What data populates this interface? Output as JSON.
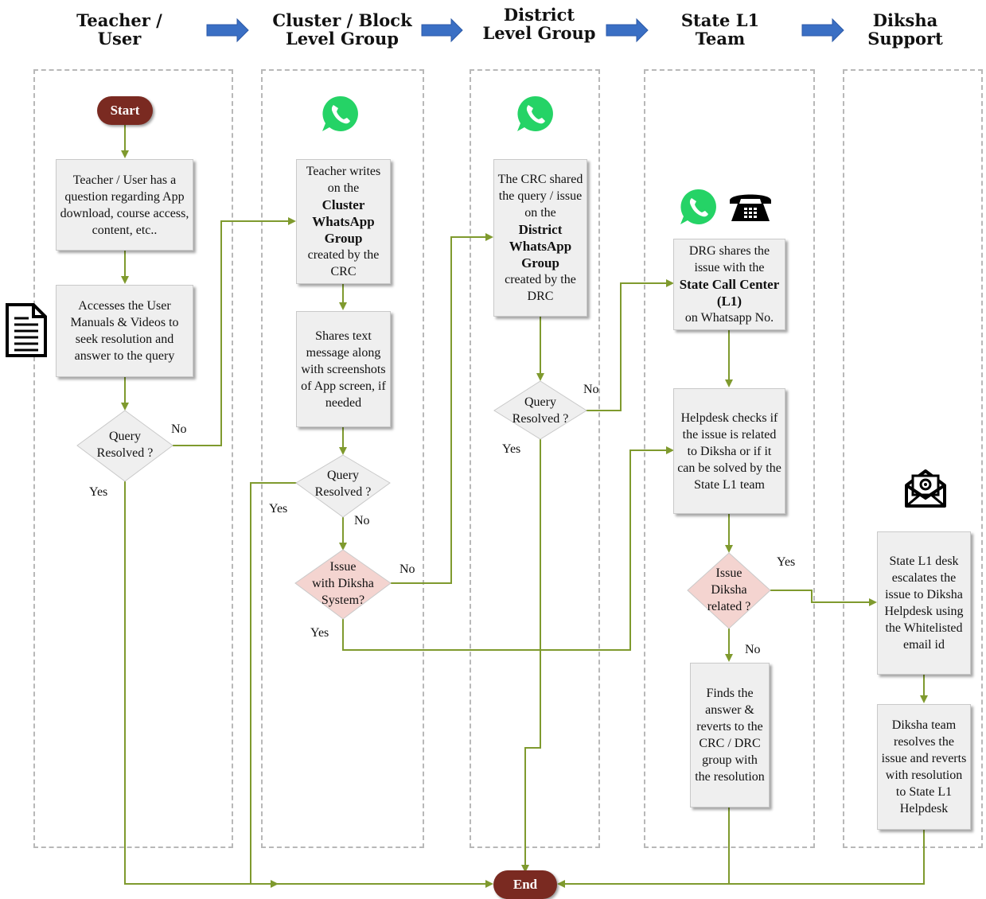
{
  "headers": [
    "Teacher /\nUser",
    "Cluster / Block\nLevel Group",
    "District\nLevel Group",
    "State L1\nTeam",
    "Diksha\nSupport"
  ],
  "start_label": "Start",
  "end_label": "End",
  "teacher": {
    "box1": "Teacher / User has a question regarding App download, course access, content, etc..",
    "box2": "Accesses the User Manuals & Videos to seek resolution and answer to the query",
    "decision": "Query\nResolved ?",
    "no": "No",
    "yes": "Yes"
  },
  "cluster": {
    "box1_pre": "Teacher writes on the",
    "box1_bold": "Cluster WhatsApp Group",
    "box1_post": "created by the CRC",
    "box2": "Shares text message along with screenshots of App screen, if needed",
    "decision": "Query\nResolved ?",
    "yes": "Yes",
    "no": "No",
    "decision2": "Issue\nwith Diksha\nSystem?",
    "no2": "No",
    "yes2": "Yes"
  },
  "district": {
    "box1_pre": "The CRC shared the query / issue on the",
    "box1_bold": "District WhatsApp Group",
    "box1_post": "created by the DRC",
    "decision": "Query\nResolved ?",
    "no": "No",
    "yes": "Yes"
  },
  "state": {
    "box1_pre": "DRG shares the issue with the",
    "box1_bold": "State Call Center (L1)",
    "box1_post": "on Whatsapp No.",
    "box2": "Helpdesk checks if the issue is related to Diksha or if it can be solved by the State L1 team",
    "decision": "Issue\nDiksha\nrelated ?",
    "yes": "Yes",
    "no": "No",
    "box3": "Finds the answer & reverts to the CRC / DRC group with the resolution"
  },
  "diksha": {
    "box1": "State L1 desk escalates the issue to Diksha Helpdesk using the Whitelisted email id",
    "box2": "Diksha team resolves the issue and reverts with resolution to State L1 Helpdesk"
  },
  "icons": [
    "whatsapp-icon",
    "document-icon",
    "telephone-icon",
    "email-icon",
    "arrow-right-icon"
  ],
  "colors": {
    "flow": "#7f9a2e",
    "header_arrow": "#3a6fc4",
    "terminal": "#7a2a21",
    "decision_pink": "#f4d4d0",
    "decision_gray": "#efefef",
    "whatsapp": "#25d366"
  }
}
